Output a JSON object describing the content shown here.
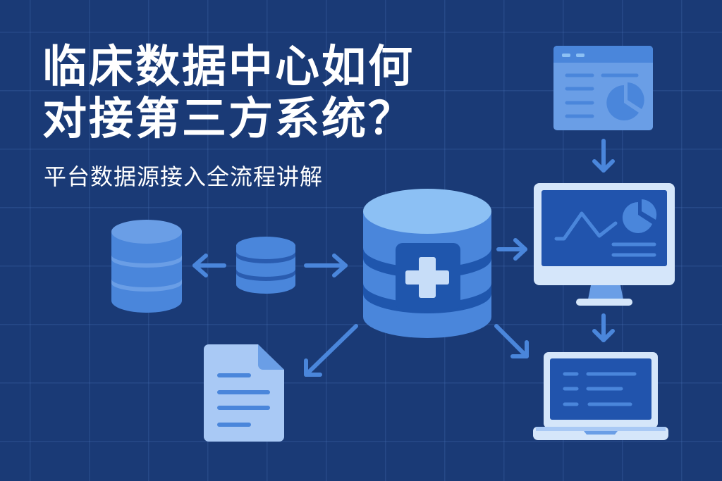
{
  "title": {
    "line1": "临床数据中心如何",
    "line2": "对接第三方系统？"
  },
  "subtitle": "平台数据源接入全流程讲解",
  "colors": {
    "background": "#1a3a76",
    "grid": "#2c4f8c",
    "primary": "#4a86db",
    "light": "#8cc0f4",
    "pale": "#a9c9f5",
    "dark_band": "#1f56ad",
    "screen": "#2154ad",
    "frame": "#d5e6fa",
    "text": "#ffffff"
  },
  "icons": [
    "database-large-icon",
    "database-small-icon",
    "central-medical-database-icon",
    "browser-dashboard-icon",
    "monitor-analytics-icon",
    "laptop-list-icon",
    "document-icon"
  ]
}
